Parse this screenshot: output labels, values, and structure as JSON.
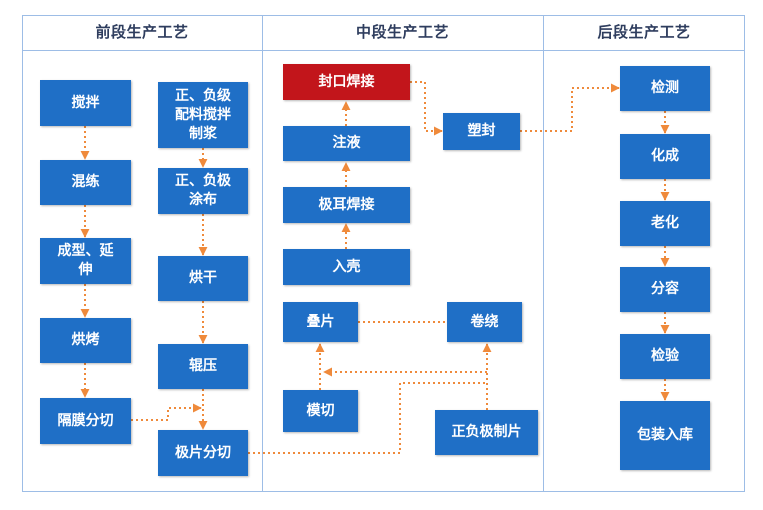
{
  "headers": {
    "front": "前段生产工艺",
    "middle": "中段生产工艺",
    "back": "后段生产工艺"
  },
  "front": {
    "left": [
      {
        "lines": [
          "搅拌"
        ]
      },
      {
        "lines": [
          "混练"
        ]
      },
      {
        "lines": [
          "成型、延",
          "伸"
        ]
      },
      {
        "lines": [
          "烘烤"
        ]
      },
      {
        "lines": [
          "隔膜分切"
        ]
      }
    ],
    "right": [
      {
        "lines": [
          "正、负级",
          "配料搅拌",
          "制浆"
        ]
      },
      {
        "lines": [
          "正、负极",
          "涂布"
        ]
      },
      {
        "lines": [
          "烘干"
        ]
      },
      {
        "lines": [
          "辊压"
        ]
      },
      {
        "lines": [
          "极片分切"
        ]
      }
    ]
  },
  "middle": {
    "seal_weld": "封口焊接",
    "electrolyte_fill": "注液",
    "tab_weld": "极耳焊接",
    "casing": "入壳",
    "stacking": "叠片",
    "winding": "卷绕",
    "die_cut": "模切",
    "electrode_sheet": "正负极制片",
    "plastic_seal": "塑封"
  },
  "back": [
    "检测",
    "化成",
    "老化",
    "分容",
    "检验",
    "包装入库"
  ],
  "colors": {
    "box": "#1f6fc6",
    "highlight": "#c2151b",
    "arrow": "#ef8a3b",
    "frame": "#9dbde6",
    "header_text": "#2e3d5e"
  }
}
